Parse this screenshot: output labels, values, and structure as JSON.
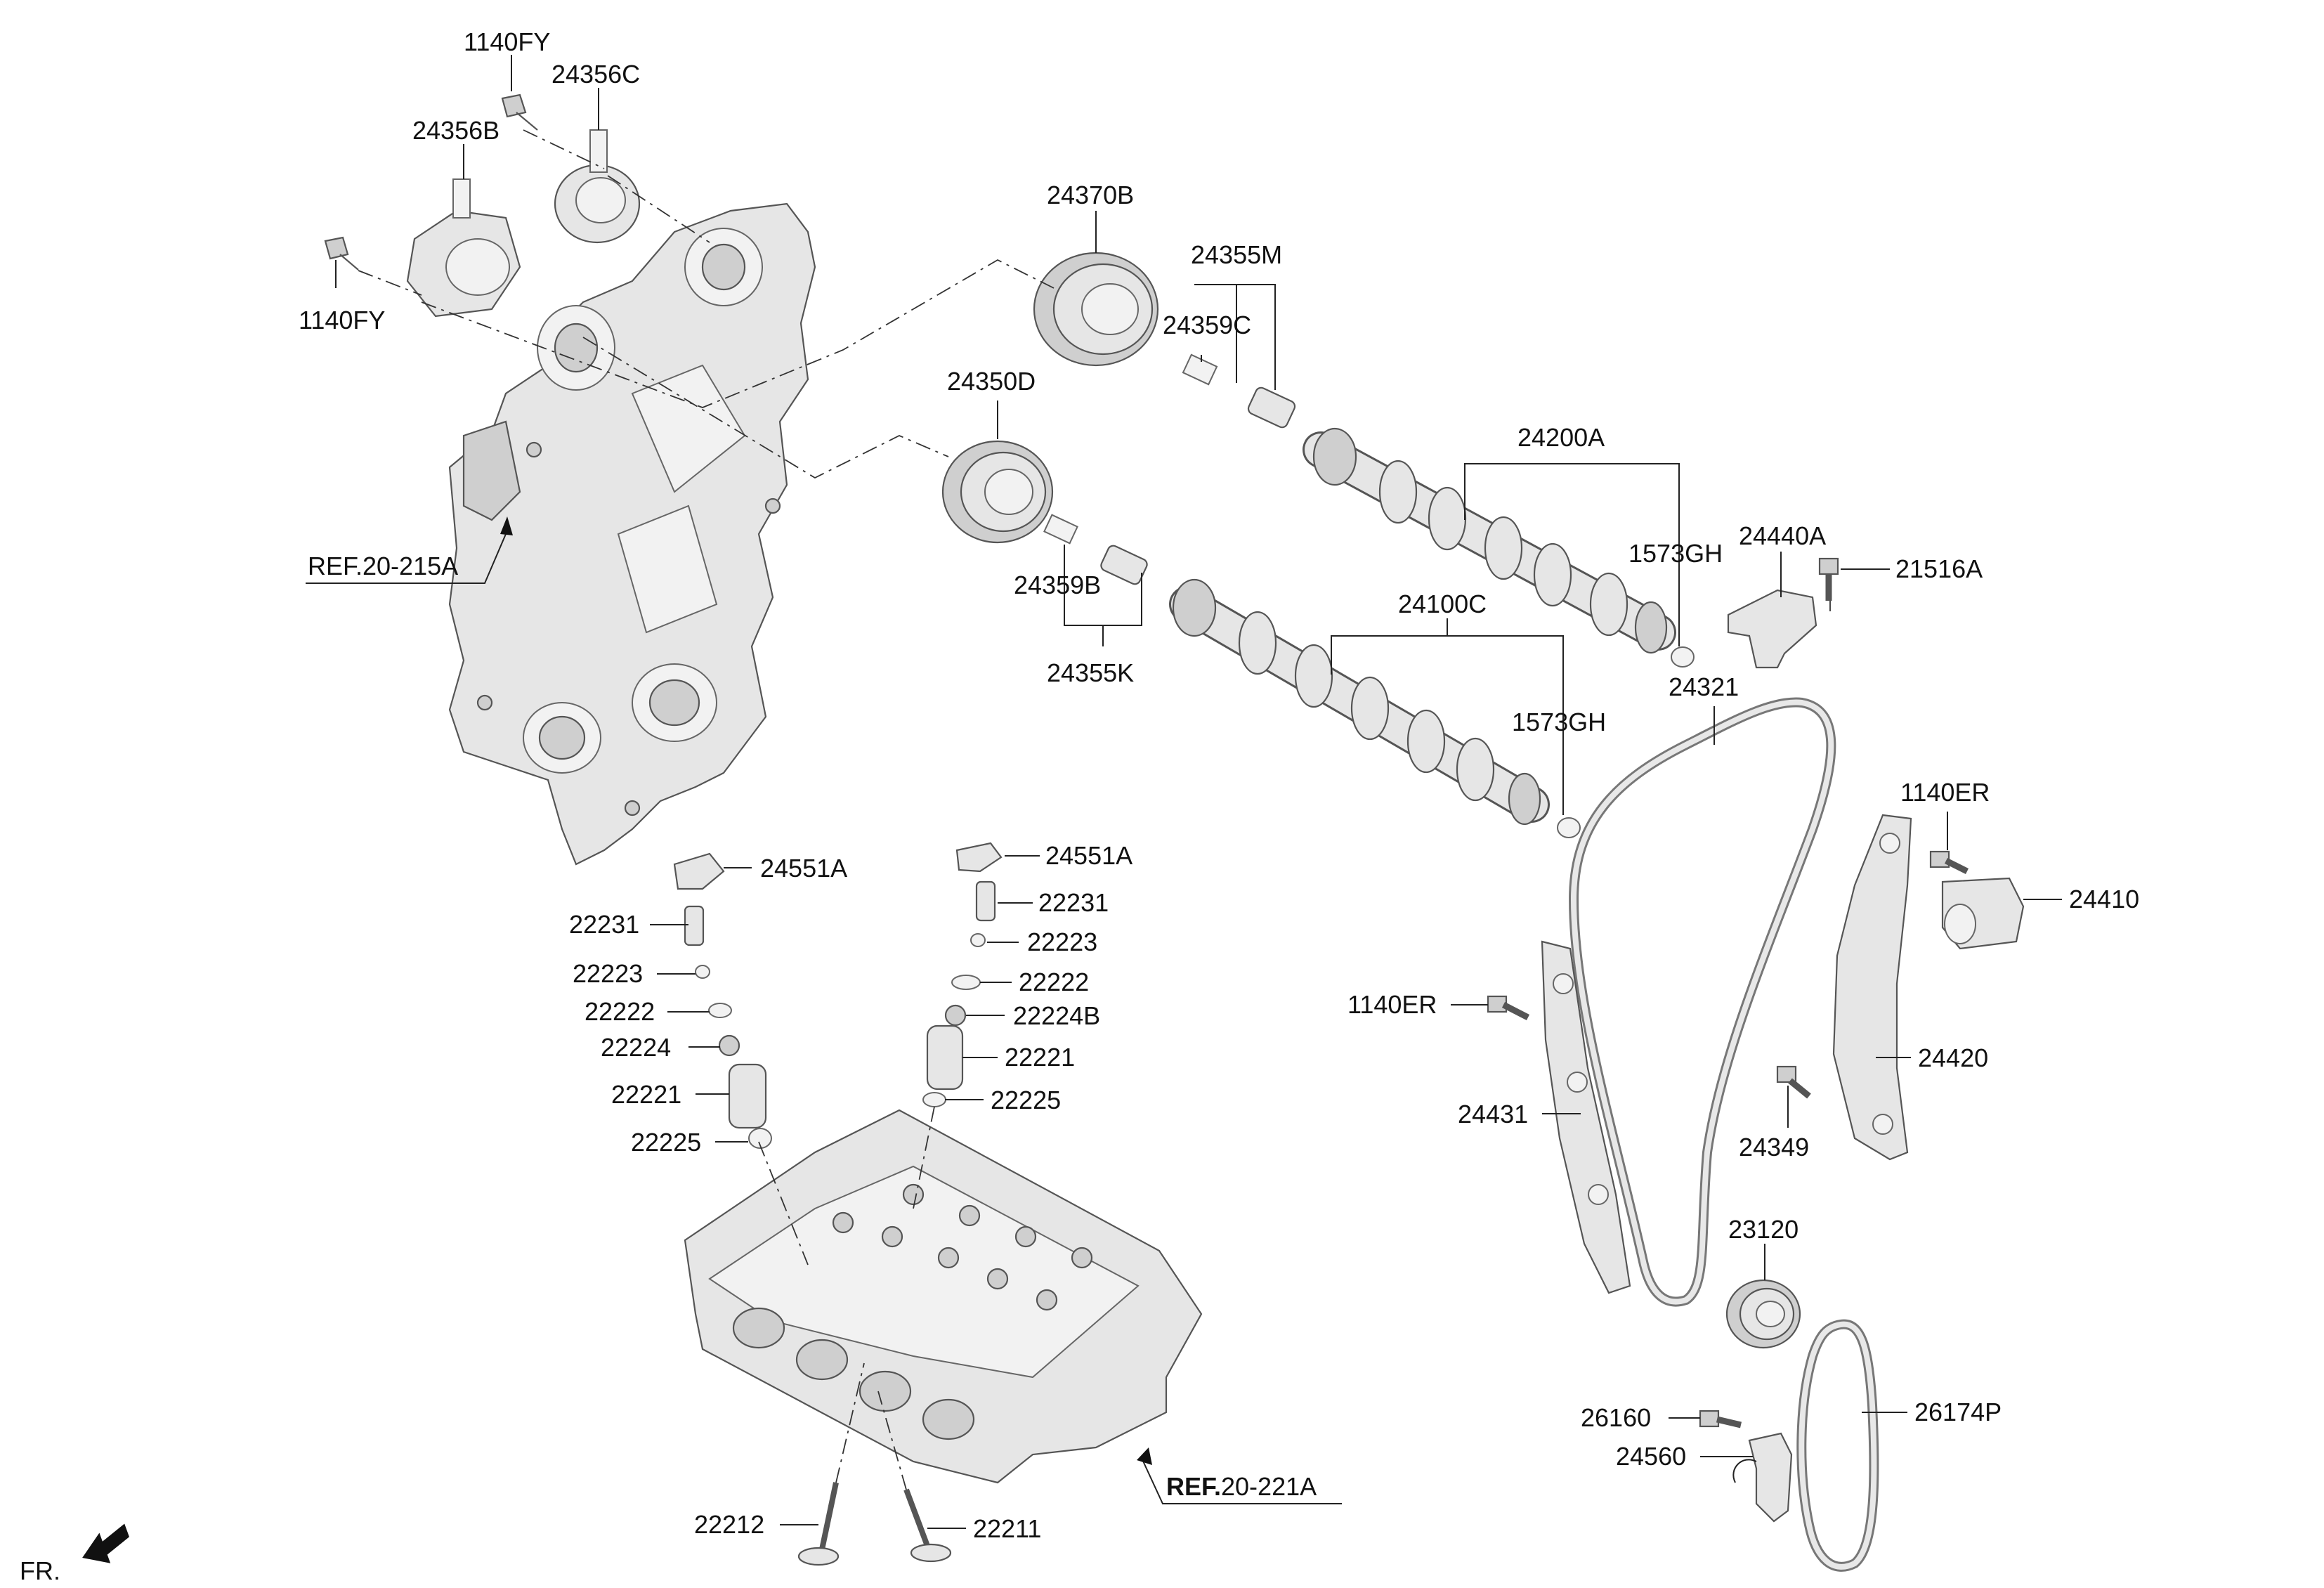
{
  "labels": {
    "p1140FY_top": "1140FY",
    "p24356C": "24356C",
    "p24356B": "24356B",
    "p1140FY_left": "1140FY",
    "p24370B": "24370B",
    "p24355M": "24355M",
    "p24359C": "24359C",
    "p24350D": "24350D",
    "p24200A": "24200A",
    "p24440A": "24440A",
    "p21516A": "21516A",
    "p1573GH_a": "1573GH",
    "p24359B": "24359B",
    "p24355K": "24355K",
    "p24100C": "24100C",
    "p24321": "24321",
    "p1573GH_b": "1573GH",
    "p1140ER_right": "1140ER",
    "p24410": "24410",
    "p24551A_left": "24551A",
    "p24551A_right": "24551A",
    "p22231_left": "22231",
    "p22231_right": "22231",
    "p22223_left": "22223",
    "p22223_right": "22223",
    "p22222_left": "22222",
    "p22222_right": "22222",
    "p22224": "22224",
    "p22224B": "22224B",
    "p22221_left": "22221",
    "p22221_right": "22221",
    "p22225_left": "22225",
    "p22225_right": "22225",
    "p1140ER_mid": "1140ER",
    "p24431": "24431",
    "p24420": "24420",
    "p24349": "24349",
    "p23120": "23120",
    "p26160": "26160",
    "p24560": "24560",
    "p26174P": "26174P",
    "p22212": "22212",
    "p22211": "22211"
  },
  "refs": {
    "ref_front": "REF.20-215A",
    "ref_head_bold": "REF.",
    "ref_head_rest": "20-221A"
  },
  "orientation": "FR."
}
